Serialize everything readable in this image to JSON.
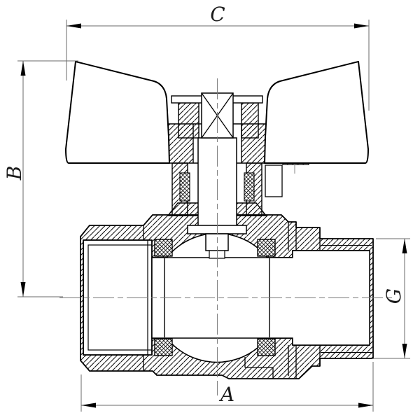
{
  "meta": {
    "type": "technical-drawing",
    "subject": "Ball valve with butterfly handle, sectional assembly view"
  },
  "dims": {
    "a": "A",
    "b": "B",
    "c": "C",
    "g": "G"
  },
  "colors": {
    "outline": "#000000",
    "thin_line": "#6a6a6a",
    "background": "#ffffff"
  }
}
